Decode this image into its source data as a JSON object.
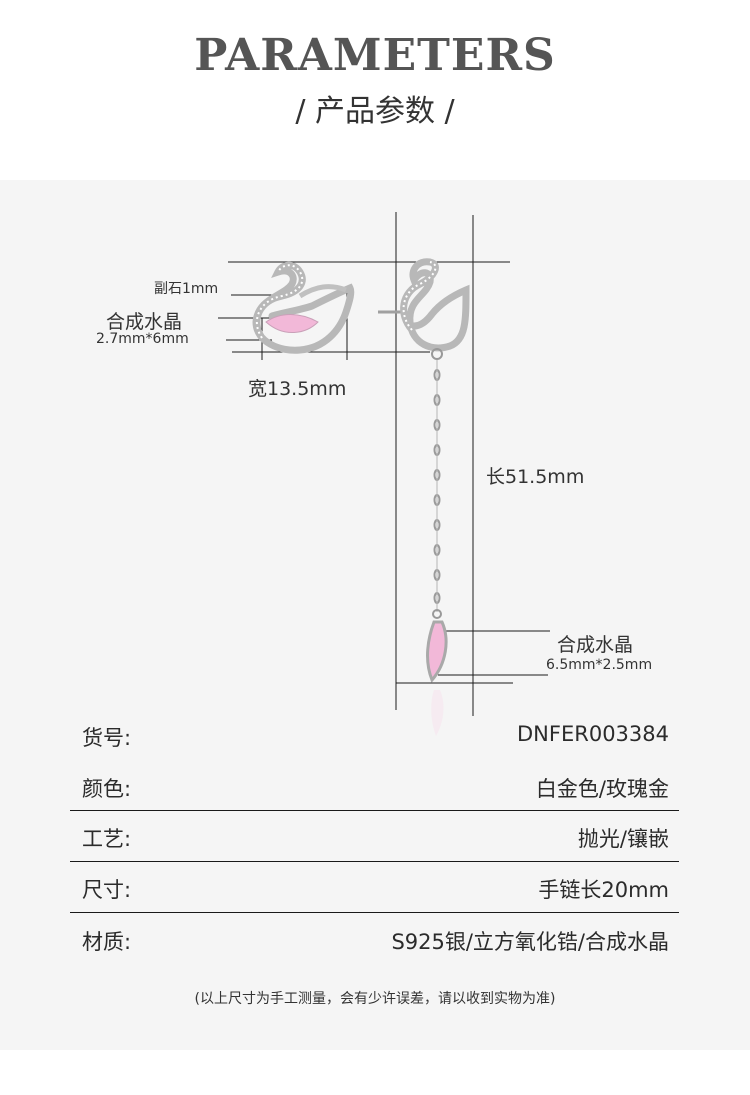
{
  "header": {
    "title": "PARAMETERS",
    "subtitle": "/ 产品参数 /"
  },
  "diagram": {
    "side_stone": "副石1mm",
    "crystal_label_left": "合成水晶",
    "crystal_size_left": "2.7mm*6mm",
    "width": "宽13.5mm",
    "length": "长51.5mm",
    "crystal_label_right": "合成水晶",
    "crystal_size_right": "6.5mm*2.5mm",
    "colors": {
      "metal": "#9a9a9a",
      "crystal": "#f2b8d8",
      "line": "#1a1a1a"
    }
  },
  "specs": [
    {
      "key": "货号:",
      "value": "DNFER003384"
    },
    {
      "key": "颜色:",
      "value": "白金色/玫瑰金"
    },
    {
      "key": "工艺:",
      "value": "抛光/镶嵌"
    },
    {
      "key": "尺寸:",
      "value": "手链长20mm"
    },
    {
      "key": "材质:",
      "value": "S925银/立方氧化锆/合成水晶"
    }
  ],
  "note": "(以上尺寸为手工测量，会有少许误差，请以收到实物为准)"
}
